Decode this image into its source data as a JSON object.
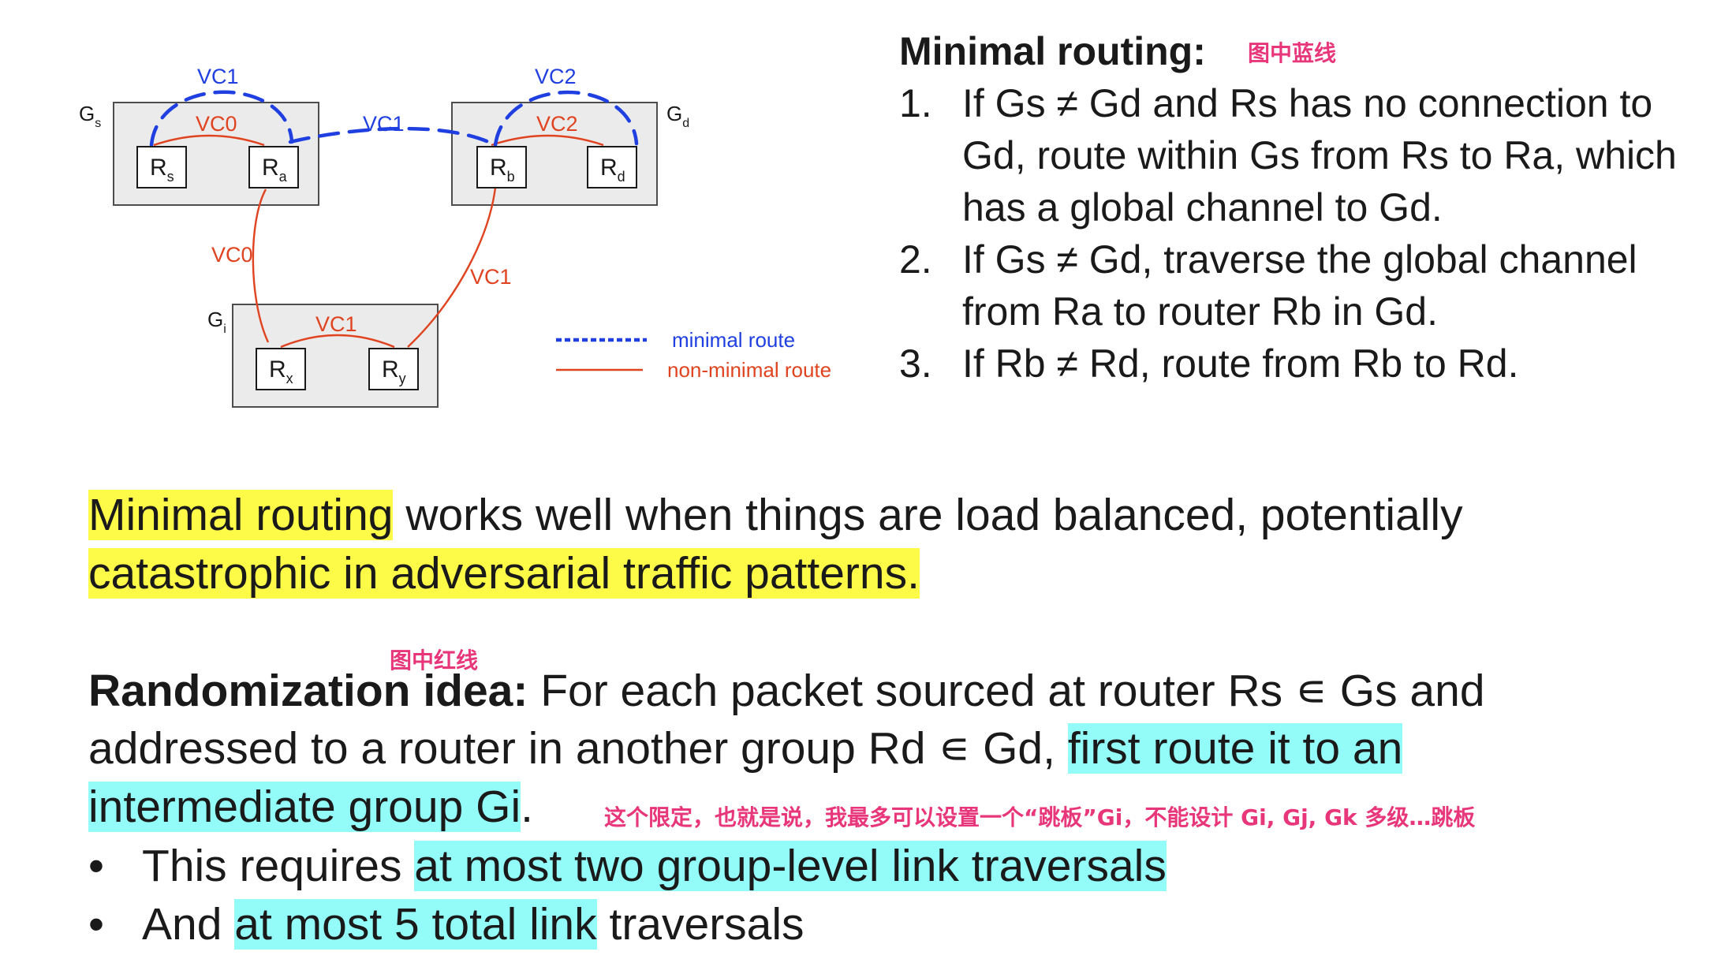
{
  "diagram": {
    "groups": {
      "gs": {
        "main": "G",
        "sub": "s"
      },
      "gd": {
        "main": "G",
        "sub": "d"
      },
      "gi": {
        "main": "G",
        "sub": "i"
      }
    },
    "routers": {
      "rs": {
        "main": "R",
        "sub": "s"
      },
      "ra": {
        "main": "R",
        "sub": "a"
      },
      "rb": {
        "main": "R",
        "sub": "b"
      },
      "rd": {
        "main": "R",
        "sub": "d"
      },
      "rx": {
        "main": "R",
        "sub": "x"
      },
      "ry": {
        "main": "R",
        "sub": "y"
      }
    },
    "vc_labels": {
      "gs_blue": "VC1",
      "gs_red": "VC0",
      "global_blue": "VC1",
      "gd_blue": "VC2",
      "gd_red": "VC2",
      "ra_rx_red": "VC0",
      "ry_rb_red": "VC1",
      "gi_red": "VC1"
    },
    "legend": {
      "minimal": "minimal route",
      "non_minimal": "non-minimal route"
    },
    "colors": {
      "minimal": "#1f3fe0",
      "non_minimal": "#e0431f"
    }
  },
  "minimal_routing": {
    "title": "Minimal routing:",
    "note": "图中蓝线",
    "steps": [
      {
        "num": "1.",
        "text": "If Gs ≠ Gd and Rs has no connection to Gd, route within Gs from Rs to Ra, which has a global channel to Gd."
      },
      {
        "num": "2.",
        "text": "If Gs ≠ Gd, traverse the global channel from Ra to router Rb in Gd."
      },
      {
        "num": "3.",
        "text": "If Rb ≠ Rd, route from Rb to Rd."
      }
    ]
  },
  "paragraph1": {
    "hl1": "Minimal routing",
    "rest1": " works well when things are load balanced, potentially",
    "hl2": "catastrophic in adversarial traffic patterns."
  },
  "randomization": {
    "note": "图中红线",
    "bold": "Randomization idea:",
    "line1": " For each packet sourced at router Rs ∊ Gs and",
    "line2": "addressed to a router in another group Rd ∊ Gd, ",
    "hl_a": "first route it to an",
    "hl_b": "intermediate group Gi",
    "end": ".",
    "gi_note": "这个限定，也就是说，我最多可以设置一个“跳板”Gi，不能设计 Gi, Gj, Gk 多级…跳板"
  },
  "bullets": [
    {
      "symbol": "•",
      "pre": "This requires ",
      "hl": "at most two group-level link traversals",
      "post": ""
    },
    {
      "symbol": "•",
      "pre": "And ",
      "hl": "at most 5 total link",
      "post": " traversals"
    }
  ],
  "highlight_colors": {
    "yellow": "#fdfb47",
    "cyan": "#93fbf8"
  }
}
